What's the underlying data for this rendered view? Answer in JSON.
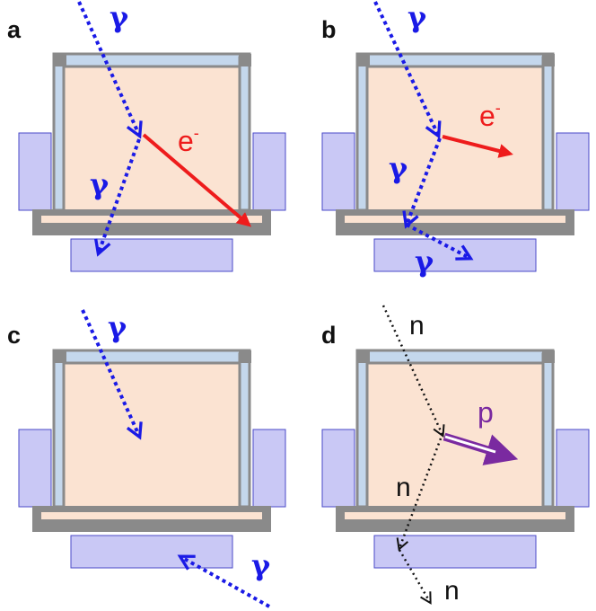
{
  "colors": {
    "frame": "#8a8a8a",
    "window": "#c4d7ec",
    "target": "#fbe3d2",
    "detector": "#c9c8f5",
    "detector_edge": "#4a4ac8",
    "gamma": "#1a1ae6",
    "electron": "#ee1c1c",
    "neutron": "#111111",
    "proton": "#7a2aa0"
  },
  "panels": [
    {
      "id": "a",
      "label": "a",
      "particles": [
        {
          "kind": "gamma",
          "text": "γ"
        },
        {
          "kind": "electron",
          "text": "e",
          "sup": "-"
        },
        {
          "kind": "gamma",
          "text": "γ"
        }
      ]
    },
    {
      "id": "b",
      "label": "b",
      "particles": [
        {
          "kind": "gamma",
          "text": "γ"
        },
        {
          "kind": "electron",
          "text": "e",
          "sup": "-"
        },
        {
          "kind": "gamma",
          "text": "γ"
        },
        {
          "kind": "gamma",
          "text": "γ"
        }
      ]
    },
    {
      "id": "c",
      "label": "c",
      "particles": [
        {
          "kind": "gamma",
          "text": "γ"
        },
        {
          "kind": "gamma",
          "text": "γ"
        }
      ]
    },
    {
      "id": "d",
      "label": "d",
      "particles": [
        {
          "kind": "neutron",
          "text": "n"
        },
        {
          "kind": "proton",
          "text": "p"
        },
        {
          "kind": "neutron",
          "text": "n"
        },
        {
          "kind": "neutron",
          "text": "n"
        }
      ]
    }
  ]
}
